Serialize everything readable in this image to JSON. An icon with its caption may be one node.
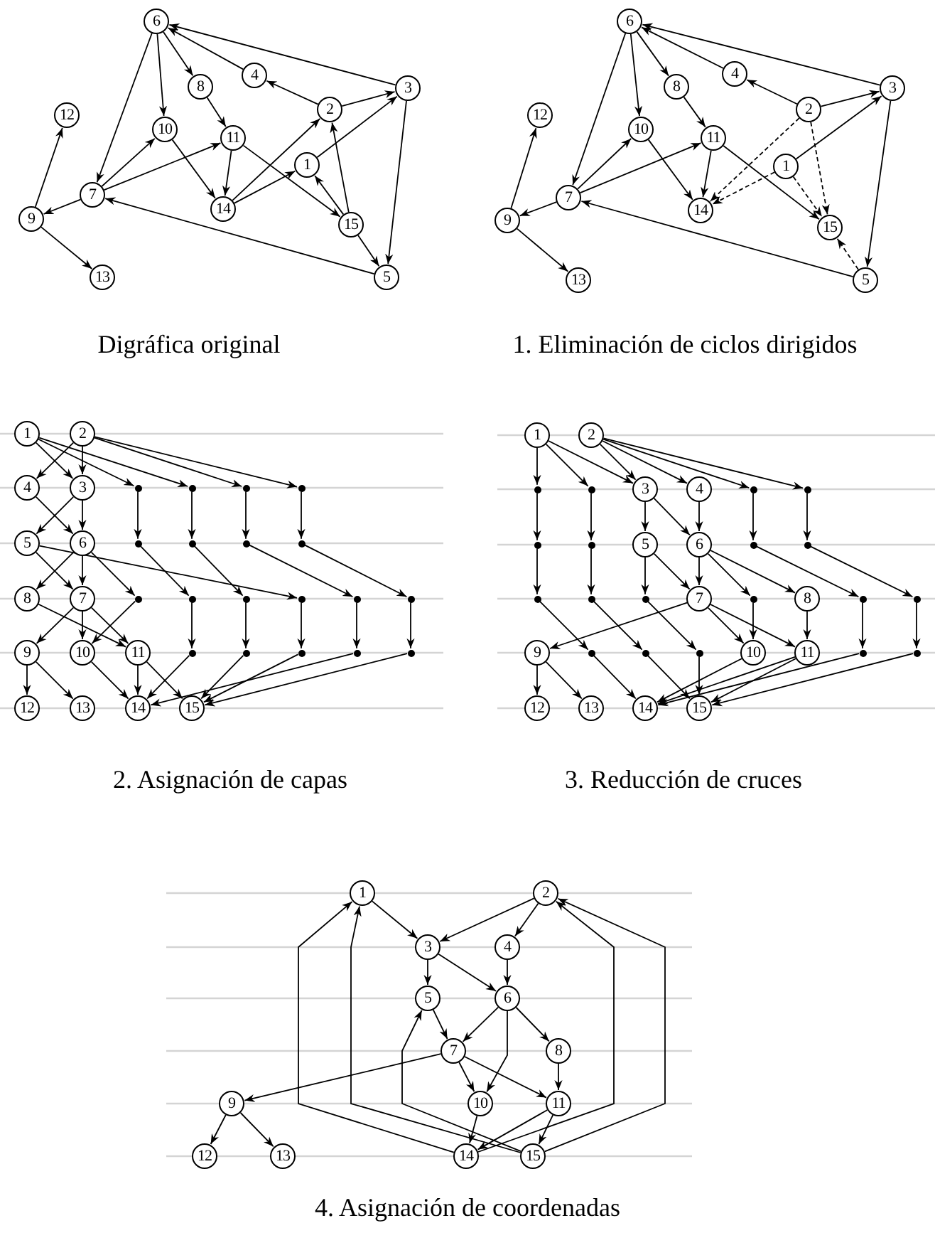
{
  "diagram": {
    "nodes": [
      {
        "text": [
          "1"
        ]
      },
      {
        "text": [
          "2"
        ]
      },
      {
        "text": [
          "3"
        ]
      },
      {
        "text": [
          "4"
        ]
      },
      {
        "text": [
          "5"
        ]
      },
      {
        "text": [
          "6"
        ]
      },
      {
        "text": [
          "7"
        ]
      },
      {
        "text": [
          "8"
        ]
      },
      {
        "text": [
          "9"
        ]
      },
      {
        "text": [
          "10"
        ]
      },
      {
        "text": [
          "11"
        ]
      },
      {
        "text": [
          "12"
        ]
      },
      {
        "text": [
          "13"
        ]
      },
      {
        "text": [
          "14"
        ]
      },
      {
        "text": [
          "15"
        ]
      },
      {
        "text": [
          "1"
        ]
      },
      {
        "text": [
          "2"
        ]
      },
      {
        "text": [
          "3"
        ]
      },
      {
        "text": [
          "4"
        ]
      },
      {
        "text": [
          "5"
        ]
      },
      {
        "text": [
          "6"
        ]
      },
      {
        "text": [
          "7"
        ]
      },
      {
        "text": [
          "8"
        ]
      },
      {
        "text": [
          "9"
        ]
      },
      {
        "text": [
          "10"
        ]
      },
      {
        "text": [
          "11"
        ]
      },
      {
        "text": [
          "12"
        ]
      },
      {
        "text": [
          "13"
        ]
      },
      {
        "text": [
          "14"
        ]
      },
      {
        "text": [
          "15"
        ]
      },
      {
        "text": [
          "1"
        ]
      },
      {
        "text": [
          "2"
        ]
      },
      {
        "text": [
          "4"
        ]
      },
      {
        "text": [
          "3"
        ]
      },
      {
        "text": [],
        "shape": "dot"
      },
      {
        "text": [],
        "shape": "dot"
      },
      {
        "text": [],
        "shape": "dot"
      },
      {
        "text": [],
        "shape": "dot"
      },
      {
        "text": [
          "5"
        ]
      },
      {
        "text": [
          "6"
        ]
      },
      {
        "text": [],
        "shape": "dot"
      },
      {
        "text": [],
        "shape": "dot"
      },
      {
        "text": [],
        "shape": "dot"
      },
      {
        "text": [],
        "shape": "dot"
      },
      {
        "text": [
          "8"
        ]
      },
      {
        "text": [
          "7"
        ]
      },
      {
        "text": [],
        "shape": "dot"
      },
      {
        "text": [],
        "shape": "dot"
      },
      {
        "text": [],
        "shape": "dot"
      },
      {
        "text": [],
        "shape": "dot"
      },
      {
        "text": [],
        "shape": "dot"
      },
      {
        "text": [],
        "shape": "dot"
      },
      {
        "text": [
          "9"
        ]
      },
      {
        "text": [
          "10"
        ]
      },
      {
        "text": [
          "11"
        ]
      },
      {
        "text": [],
        "shape": "dot"
      },
      {
        "text": [],
        "shape": "dot"
      },
      {
        "text": [],
        "shape": "dot"
      },
      {
        "text": [],
        "shape": "dot"
      },
      {
        "text": [],
        "shape": "dot"
      },
      {
        "text": [
          "12"
        ]
      },
      {
        "text": [
          "13"
        ]
      },
      {
        "text": [
          "14"
        ]
      },
      {
        "text": [
          "15"
        ]
      },
      {
        "text": [
          "1"
        ]
      },
      {
        "text": [
          "2"
        ]
      },
      {
        "text": [],
        "shape": "dot"
      },
      {
        "text": [],
        "shape": "dot"
      },
      {
        "text": [
          "3"
        ]
      },
      {
        "text": [
          "4"
        ]
      },
      {
        "text": [],
        "shape": "dot"
      },
      {
        "text": [],
        "shape": "dot"
      },
      {
        "text": [],
        "shape": "dot"
      },
      {
        "text": [],
        "shape": "dot"
      },
      {
        "text": [
          "5"
        ]
      },
      {
        "text": [
          "6"
        ]
      },
      {
        "text": [],
        "shape": "dot"
      },
      {
        "text": [],
        "shape": "dot"
      },
      {
        "text": [],
        "shape": "dot"
      },
      {
        "text": [],
        "shape": "dot"
      },
      {
        "text": [],
        "shape": "dot"
      },
      {
        "text": [
          "7"
        ]
      },
      {
        "text": [],
        "shape": "dot"
      },
      {
        "text": [
          "8"
        ]
      },
      {
        "text": [],
        "shape": "dot"
      },
      {
        "text": [],
        "shape": "dot"
      },
      {
        "text": [
          "9"
        ]
      },
      {
        "text": [],
        "shape": "dot"
      },
      {
        "text": [],
        "shape": "dot"
      },
      {
        "text": [],
        "shape": "dot"
      },
      {
        "text": [
          "10"
        ]
      },
      {
        "text": [
          "11"
        ]
      },
      {
        "text": [],
        "shape": "dot"
      },
      {
        "text": [],
        "shape": "dot"
      },
      {
        "text": [
          "12"
        ]
      },
      {
        "text": [
          "13"
        ]
      },
      {
        "text": [
          "14"
        ]
      },
      {
        "text": [
          "15"
        ]
      },
      {
        "text": [
          "1"
        ]
      },
      {
        "text": [
          "2"
        ]
      },
      {
        "text": [
          "3"
        ]
      },
      {
        "text": [
          "4"
        ]
      },
      {
        "text": [
          "5"
        ]
      },
      {
        "text": [
          "6"
        ]
      },
      {
        "text": [
          "7"
        ]
      },
      {
        "text": [
          "8"
        ]
      },
      {
        "text": [
          "9"
        ]
      },
      {
        "text": [
          "10"
        ]
      },
      {
        "text": [
          "11"
        ]
      },
      {
        "text": [
          "12"
        ]
      },
      {
        "text": [
          "13"
        ]
      },
      {
        "text": [
          "14"
        ]
      },
      {
        "text": [
          "15"
        ]
      }
    ],
    "edges": [
      {
        "from": 2,
        "to": 5,
        "arrow": "to"
      },
      {
        "from": 3,
        "to": 5,
        "arrow": "to"
      },
      {
        "from": 5,
        "to": 7,
        "arrow": "to"
      },
      {
        "from": 5,
        "to": 9,
        "arrow": "to"
      },
      {
        "from": 5,
        "to": 6,
        "arrow": "to"
      },
      {
        "from": 1,
        "to": 3,
        "arrow": "to"
      },
      {
        "from": 1,
        "to": 2,
        "arrow": "to"
      },
      {
        "from": 0,
        "to": 2,
        "arrow": "to"
      },
      {
        "from": 7,
        "to": 10,
        "arrow": "to"
      },
      {
        "from": 9,
        "to": 13,
        "arrow": "to"
      },
      {
        "from": 10,
        "to": 13,
        "arrow": "to"
      },
      {
        "from": 10,
        "to": 14,
        "arrow": "to"
      },
      {
        "from": 6,
        "to": 9,
        "arrow": "to"
      },
      {
        "from": 6,
        "to": 10,
        "arrow": "to"
      },
      {
        "from": 6,
        "to": 8,
        "arrow": "to"
      },
      {
        "from": 8,
        "to": 11,
        "arrow": "to"
      },
      {
        "from": 8,
        "to": 12,
        "arrow": "to"
      },
      {
        "from": 13,
        "to": 1,
        "arrow": "to"
      },
      {
        "from": 13,
        "to": 0,
        "arrow": "to"
      },
      {
        "from": 14,
        "to": 1,
        "arrow": "to"
      },
      {
        "from": 14,
        "to": 0,
        "arrow": "to"
      },
      {
        "from": 14,
        "to": 4,
        "arrow": "to"
      },
      {
        "from": 2,
        "to": 4,
        "arrow": "to"
      },
      {
        "from": 4,
        "to": 6,
        "arrow": "to"
      },
      {
        "from": 17,
        "to": 20,
        "arrow": "to"
      },
      {
        "from": 18,
        "to": 20,
        "arrow": "to"
      },
      {
        "from": 20,
        "to": 22,
        "arrow": "to"
      },
      {
        "from": 20,
        "to": 24,
        "arrow": "to"
      },
      {
        "from": 20,
        "to": 21,
        "arrow": "to"
      },
      {
        "from": 16,
        "to": 18,
        "arrow": "to"
      },
      {
        "from": 16,
        "to": 17,
        "arrow": "to"
      },
      {
        "from": 15,
        "to": 17,
        "arrow": "to"
      },
      {
        "from": 22,
        "to": 25,
        "arrow": "to"
      },
      {
        "from": 24,
        "to": 28,
        "arrow": "to"
      },
      {
        "from": 25,
        "to": 28,
        "arrow": "to"
      },
      {
        "from": 25,
        "to": 29,
        "arrow": "to"
      },
      {
        "from": 21,
        "to": 24,
        "arrow": "to"
      },
      {
        "from": 21,
        "to": 25,
        "arrow": "to"
      },
      {
        "from": 21,
        "to": 23,
        "arrow": "to"
      },
      {
        "from": 23,
        "to": 26,
        "arrow": "to"
      },
      {
        "from": 23,
        "to": 27,
        "arrow": "to"
      },
      {
        "from": 16,
        "to": 28,
        "arrow": "to",
        "style": "dashed"
      },
      {
        "from": 15,
        "to": 28,
        "arrow": "to",
        "style": "dashed"
      },
      {
        "from": 16,
        "to": 29,
        "arrow": "to",
        "style": "dashed"
      },
      {
        "from": 15,
        "to": 29,
        "arrow": "to",
        "style": "dashed"
      },
      {
        "from": 19,
        "to": 29,
        "arrow": "to",
        "style": "dashed"
      },
      {
        "from": 17,
        "to": 19,
        "arrow": "to"
      },
      {
        "from": 19,
        "to": 21,
        "arrow": "to"
      },
      {
        "from": 30,
        "to": 33,
        "arrow": "to"
      },
      {
        "from": 31,
        "to": 33,
        "arrow": "to"
      },
      {
        "from": 31,
        "to": 32,
        "arrow": "to"
      },
      {
        "from": 30,
        "to": 34,
        "arrow": "to"
      },
      {
        "from": 30,
        "to": 35,
        "arrow": "to"
      },
      {
        "from": 31,
        "to": 36,
        "arrow": "to"
      },
      {
        "from": 31,
        "to": 37,
        "arrow": "to"
      },
      {
        "from": 34,
        "to": 40,
        "arrow": "to"
      },
      {
        "from": 35,
        "to": 41,
        "arrow": "to"
      },
      {
        "from": 36,
        "to": 42,
        "arrow": "to"
      },
      {
        "from": 37,
        "to": 43,
        "arrow": "to"
      },
      {
        "from": 40,
        "to": 47,
        "arrow": "to"
      },
      {
        "from": 41,
        "to": 48,
        "arrow": "to"
      },
      {
        "from": 42,
        "to": 50,
        "arrow": "to"
      },
      {
        "from": 43,
        "to": 51,
        "arrow": "to"
      },
      {
        "from": 47,
        "to": 55,
        "arrow": "to"
      },
      {
        "from": 48,
        "to": 56,
        "arrow": "to"
      },
      {
        "from": 49,
        "to": 57,
        "arrow": "to"
      },
      {
        "from": 50,
        "to": 58,
        "arrow": "to"
      },
      {
        "from": 51,
        "to": 59,
        "arrow": "to"
      },
      {
        "from": 55,
        "to": 62,
        "arrow": "to"
      },
      {
        "from": 56,
        "to": 63,
        "arrow": "to"
      },
      {
        "from": 57,
        "to": 63,
        "arrow": "to"
      },
      {
        "from": 58,
        "to": 62,
        "arrow": "to"
      },
      {
        "from": 59,
        "to": 63,
        "arrow": "to"
      },
      {
        "from": 32,
        "to": 39,
        "arrow": "to"
      },
      {
        "from": 33,
        "to": 38,
        "arrow": "to"
      },
      {
        "from": 33,
        "to": 39,
        "arrow": "to"
      },
      {
        "from": 38,
        "to": 45,
        "arrow": "to"
      },
      {
        "from": 38,
        "to": 49,
        "arrow": "to"
      },
      {
        "from": 39,
        "to": 44,
        "arrow": "to"
      },
      {
        "from": 39,
        "to": 45,
        "arrow": "to"
      },
      {
        "from": 39,
        "to": 46,
        "arrow": "to"
      },
      {
        "from": 46,
        "to": 53,
        "arrow": "to"
      },
      {
        "from": 44,
        "to": 54,
        "arrow": "to"
      },
      {
        "from": 45,
        "to": 52,
        "arrow": "to"
      },
      {
        "from": 45,
        "to": 53,
        "arrow": "to"
      },
      {
        "from": 45,
        "to": 54,
        "arrow": "to"
      },
      {
        "from": 52,
        "to": 60,
        "arrow": "to"
      },
      {
        "from": 52,
        "to": 61,
        "arrow": "to"
      },
      {
        "from": 53,
        "to": 62,
        "arrow": "to"
      },
      {
        "from": 54,
        "to": 62,
        "arrow": "to"
      },
      {
        "from": 54,
        "to": 63,
        "arrow": "to"
      },
      {
        "from": 64,
        "to": 66,
        "arrow": "to"
      },
      {
        "from": 64,
        "to": 67,
        "arrow": "to"
      },
      {
        "from": 64,
        "to": 68,
        "arrow": "to"
      },
      {
        "from": 65,
        "to": 68,
        "arrow": "to"
      },
      {
        "from": 65,
        "to": 69,
        "arrow": "to"
      },
      {
        "from": 65,
        "to": 70,
        "arrow": "to"
      },
      {
        "from": 65,
        "to": 71,
        "arrow": "to"
      },
      {
        "from": 66,
        "to": 72,
        "arrow": "to"
      },
      {
        "from": 67,
        "to": 73,
        "arrow": "to"
      },
      {
        "from": 70,
        "to": 76,
        "arrow": "to"
      },
      {
        "from": 71,
        "to": 77,
        "arrow": "to"
      },
      {
        "from": 72,
        "to": 78,
        "arrow": "to"
      },
      {
        "from": 73,
        "to": 79,
        "arrow": "to"
      },
      {
        "from": 76,
        "to": 84,
        "arrow": "to"
      },
      {
        "from": 77,
        "to": 85,
        "arrow": "to"
      },
      {
        "from": 68,
        "to": 74,
        "arrow": "to"
      },
      {
        "from": 68,
        "to": 75,
        "arrow": "to"
      },
      {
        "from": 69,
        "to": 75,
        "arrow": "to"
      },
      {
        "from": 74,
        "to": 80,
        "arrow": "to"
      },
      {
        "from": 74,
        "to": 81,
        "arrow": "to"
      },
      {
        "from": 75,
        "to": 81,
        "arrow": "to"
      },
      {
        "from": 75,
        "to": 82,
        "arrow": "to"
      },
      {
        "from": 75,
        "to": 83,
        "arrow": "to"
      },
      {
        "from": 78,
        "to": 87,
        "arrow": "to"
      },
      {
        "from": 79,
        "to": 88,
        "arrow": "to"
      },
      {
        "from": 80,
        "to": 89,
        "arrow": "to"
      },
      {
        "from": 82,
        "to": 90,
        "arrow": "to"
      },
      {
        "from": 81,
        "to": 86,
        "arrow": "to"
      },
      {
        "from": 81,
        "to": 90,
        "arrow": "to"
      },
      {
        "from": 81,
        "to": 91,
        "arrow": "to"
      },
      {
        "from": 83,
        "to": 91,
        "arrow": "to"
      },
      {
        "from": 84,
        "to": 92,
        "arrow": "to"
      },
      {
        "from": 85,
        "to": 93,
        "arrow": "to"
      },
      {
        "from": 87,
        "to": 96,
        "arrow": "to"
      },
      {
        "from": 88,
        "to": 97,
        "arrow": "to"
      },
      {
        "from": 89,
        "to": 97,
        "arrow": "to"
      },
      {
        "from": 90,
        "to": 96,
        "arrow": "to"
      },
      {
        "from": 91,
        "to": 96,
        "arrow": "to"
      },
      {
        "from": 91,
        "to": 97,
        "arrow": "to"
      },
      {
        "from": 92,
        "to": 96,
        "arrow": "to"
      },
      {
        "from": 93,
        "to": 97,
        "arrow": "to"
      },
      {
        "from": 86,
        "to": 94,
        "arrow": "to"
      },
      {
        "from": 86,
        "to": 95,
        "arrow": "to"
      },
      {
        "from": 98,
        "to": 100,
        "arrow": "to"
      },
      {
        "from": 99,
        "to": 100,
        "arrow": "to"
      },
      {
        "from": 99,
        "to": 101,
        "arrow": "to"
      },
      {
        "from": 100,
        "to": 102,
        "arrow": "to"
      },
      {
        "from": 100,
        "to": 103,
        "arrow": "to"
      },
      {
        "from": 101,
        "to": 103,
        "arrow": "to"
      },
      {
        "from": 102,
        "to": 104,
        "arrow": "to"
      },
      {
        "from": 103,
        "to": 104,
        "arrow": "to"
      },
      {
        "from": 103,
        "to": 107,
        "arrow": "to"
      },
      {
        "from": 103,
        "to": 105,
        "arrow": "to"
      },
      {
        "from": 104,
        "to": 106,
        "arrow": "to"
      },
      {
        "from": 104,
        "to": 107,
        "arrow": "to"
      },
      {
        "from": 104,
        "to": 108,
        "arrow": "to"
      },
      {
        "from": 105,
        "to": 108,
        "arrow": "to"
      },
      {
        "from": 106,
        "to": 109,
        "arrow": "to"
      },
      {
        "from": 106,
        "to": 110,
        "arrow": "to"
      },
      {
        "from": 107,
        "to": 111,
        "arrow": "to"
      },
      {
        "from": 108,
        "to": 111,
        "arrow": "to"
      },
      {
        "from": 108,
        "to": 112,
        "arrow": "to"
      },
      {
        "from": 111,
        "to": 98,
        "arrow": "to"
      },
      {
        "from": 112,
        "to": 98,
        "arrow": "to"
      },
      {
        "from": 111,
        "to": 99,
        "arrow": "to"
      },
      {
        "from": 112,
        "to": 99,
        "arrow": "to"
      },
      {
        "from": 112,
        "to": 102,
        "arrow": "to"
      }
    ],
    "labels": [
      "Digráfica original",
      "1. Eliminación de ciclos dirigidos",
      "2. Asignación de capas",
      "3. Reducción de cruces",
      "4. Asignación de coordenadas"
    ]
  }
}
